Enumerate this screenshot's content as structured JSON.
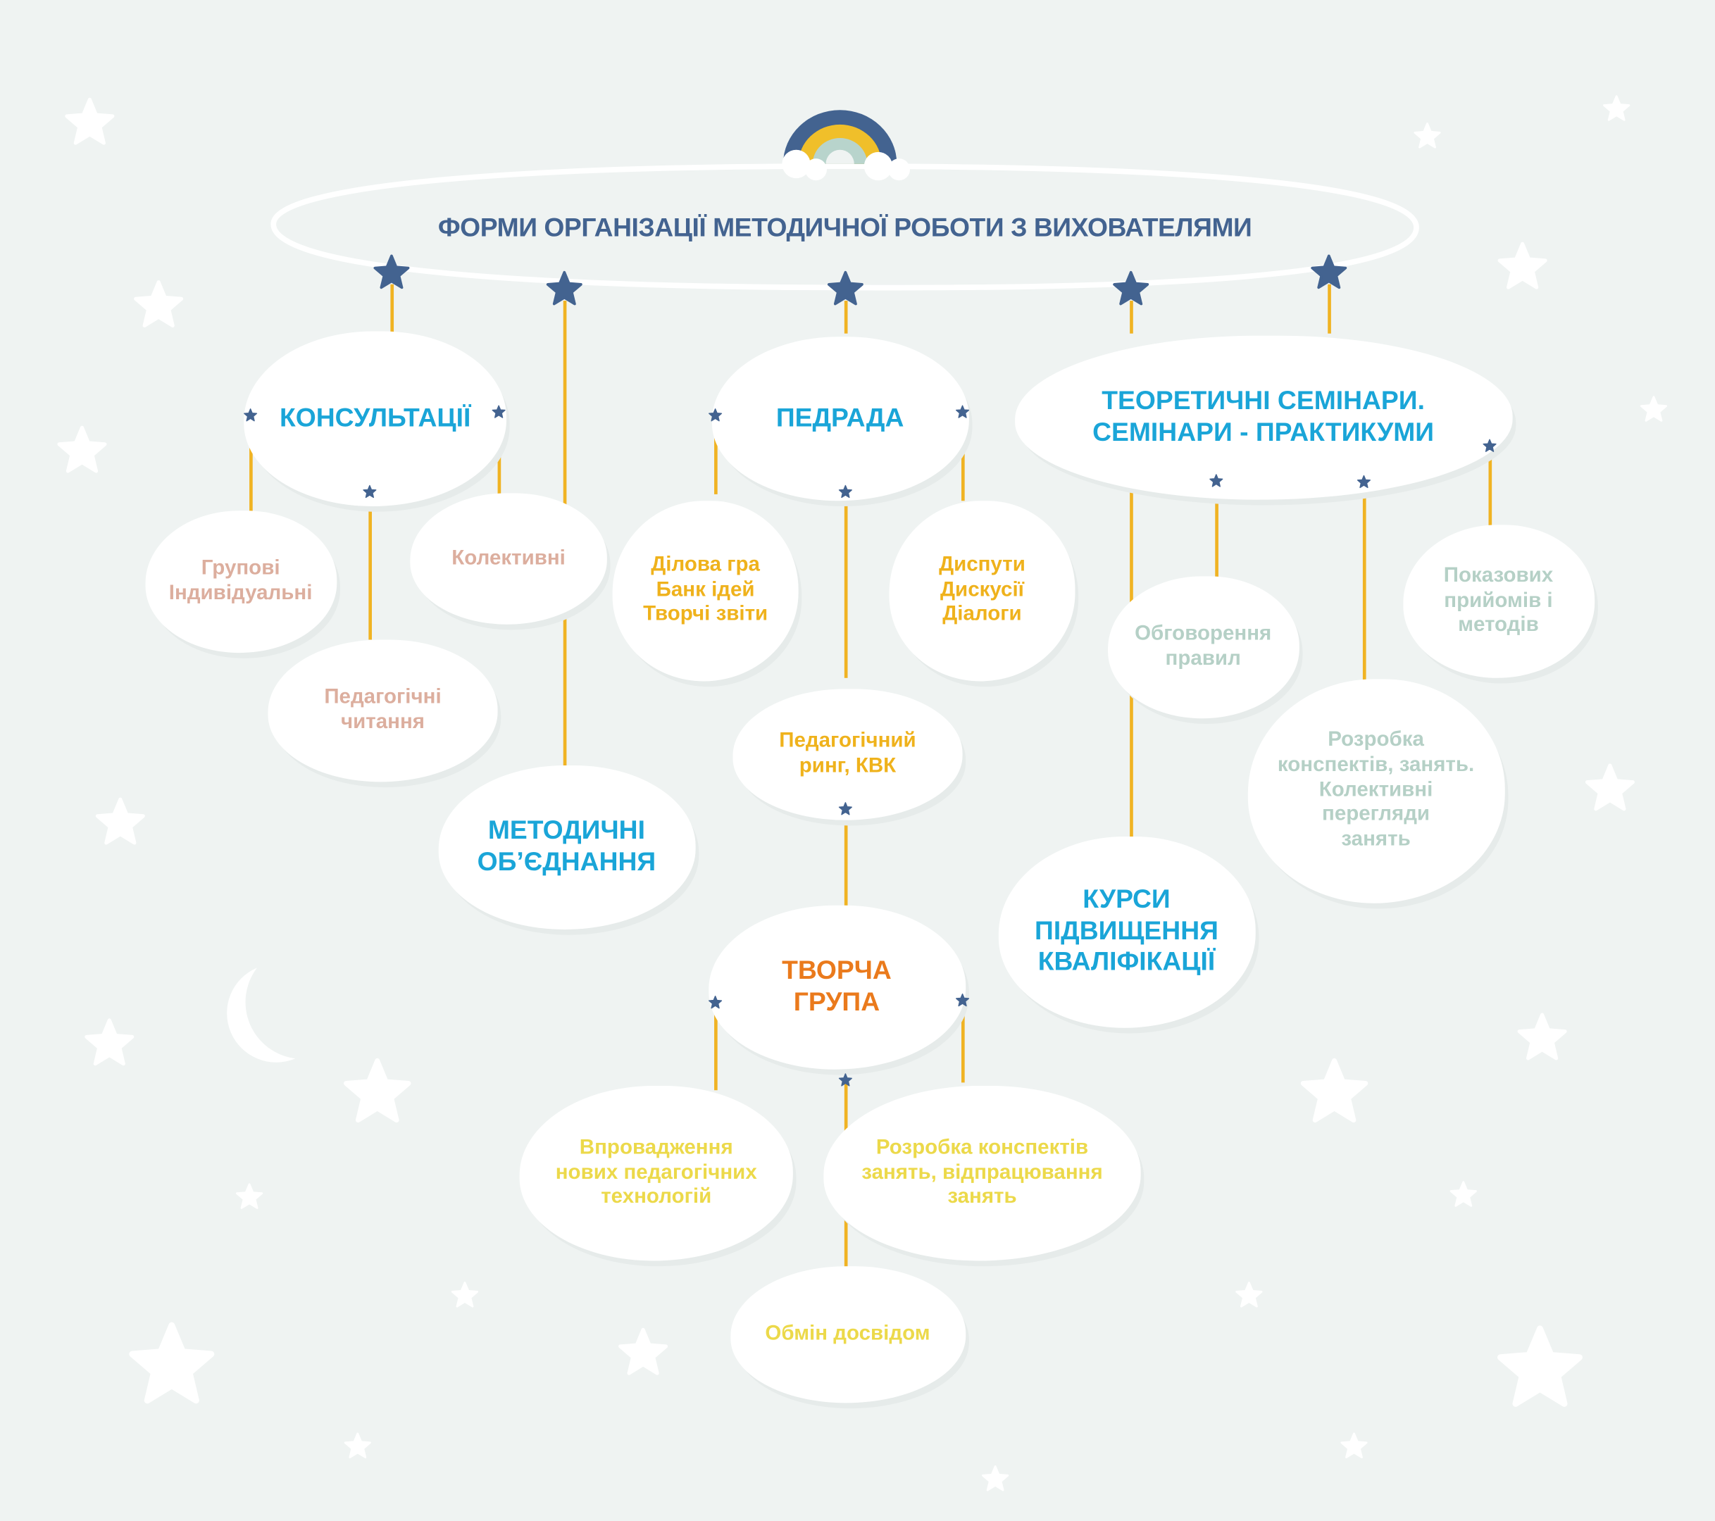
{
  "title": "ФОРМИ ОРГАНІЗАЦІЇ МЕТОДИЧНОЇ РОБОТИ З ВИХОВАТЕЛЯМИ",
  "colors": {
    "background": "#eff3f2",
    "navy": "#436390",
    "heading": "#1aa5d8",
    "line": "#f0b323"
  },
  "nodes": {
    "konsultatsii": "КОНСУЛЬТАЦІЇ",
    "grupovi": "Групові\nІндивідуальні",
    "kolektyvni": "Колективні",
    "ped_chytannia": "Педагогічні\nчитання",
    "metod_obiednannia": "МЕТОДИЧНІ\nОБ’ЄДНАННЯ",
    "pedrada": "ПЕДРАДА",
    "dilova_hra": "Ділова гра\nБанк ідей\nТворчі звіти",
    "dysputy": "Диспути\nДискусії\nДіалоги",
    "ped_ring": "Педагогічний\nринг, КВК",
    "tvorcha_hrupa": "ТВОРЧА\nГРУПА",
    "vprovadzhennia": "Впровадження\nнових педагогічних\nтехнологій",
    "rozrobka_tg": "Розробка конспектів\nзанять, відпрацювання\nзанять",
    "obmin": "Обмін досвідом",
    "seminary": "ТЕОРЕТИЧНІ СЕМІНАРИ.\nСЕМІНАРИ - ПРАКТИКУМИ",
    "obhovorennia": "Обговорення\nправил",
    "pokazovykh": "Показових\nприйомів і\nметодів",
    "rozrobka_sem": "Розробка\nконспектів, занять.\nКолективні\nперегляди\nзанять",
    "kursy": "КУРСИ\nПІДВИЩЕННЯ\nКВАЛІФІКАЦІЇ"
  }
}
